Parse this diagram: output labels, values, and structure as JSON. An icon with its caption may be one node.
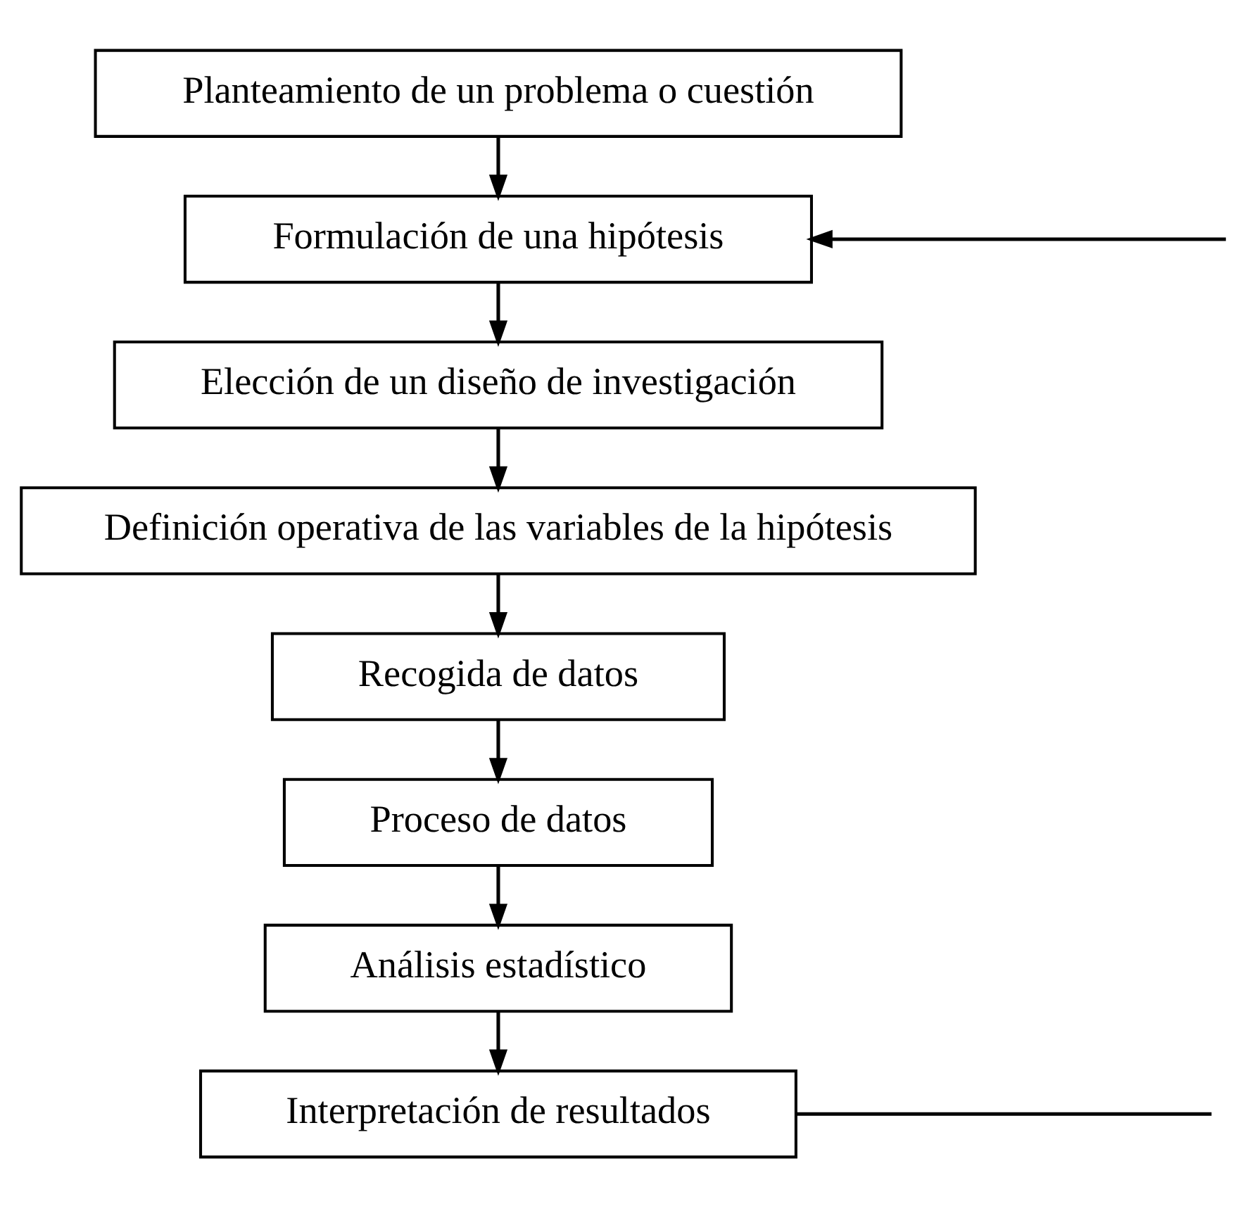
{
  "diagram": {
    "nodes": [
      {
        "text": [
          "Planteamiento de un problema o cuestión"
        ]
      },
      {
        "text": [
          "Formulación de una hipótesis"
        ]
      },
      {
        "text": [
          "Elección de un diseño de investigación"
        ]
      },
      {
        "text": [
          "Definición operativa de las variables de la hipótesis"
        ]
      },
      {
        "text": [
          "Recogida de datos"
        ]
      },
      {
        "text": [
          "Proceso de datos"
        ]
      },
      {
        "text": [
          "Análisis estadístico"
        ]
      },
      {
        "text": [
          "Interpretación de resultados"
        ]
      }
    ],
    "edges": [
      {
        "from": 0,
        "to": 1,
        "arrow": "to"
      },
      {
        "from": 1,
        "to": 2,
        "arrow": "to"
      },
      {
        "from": 2,
        "to": 3,
        "arrow": "to"
      },
      {
        "from": 3,
        "to": 4,
        "arrow": "to"
      },
      {
        "from": 4,
        "to": 5,
        "arrow": "to"
      },
      {
        "from": 5,
        "to": 6,
        "arrow": "to"
      },
      {
        "from": 6,
        "to": 7,
        "arrow": "to"
      },
      {
        "from": 7,
        "to": null,
        "arrow": "none"
      },
      {
        "from": null,
        "to": 1,
        "arrow": "to"
      }
    ]
  }
}
